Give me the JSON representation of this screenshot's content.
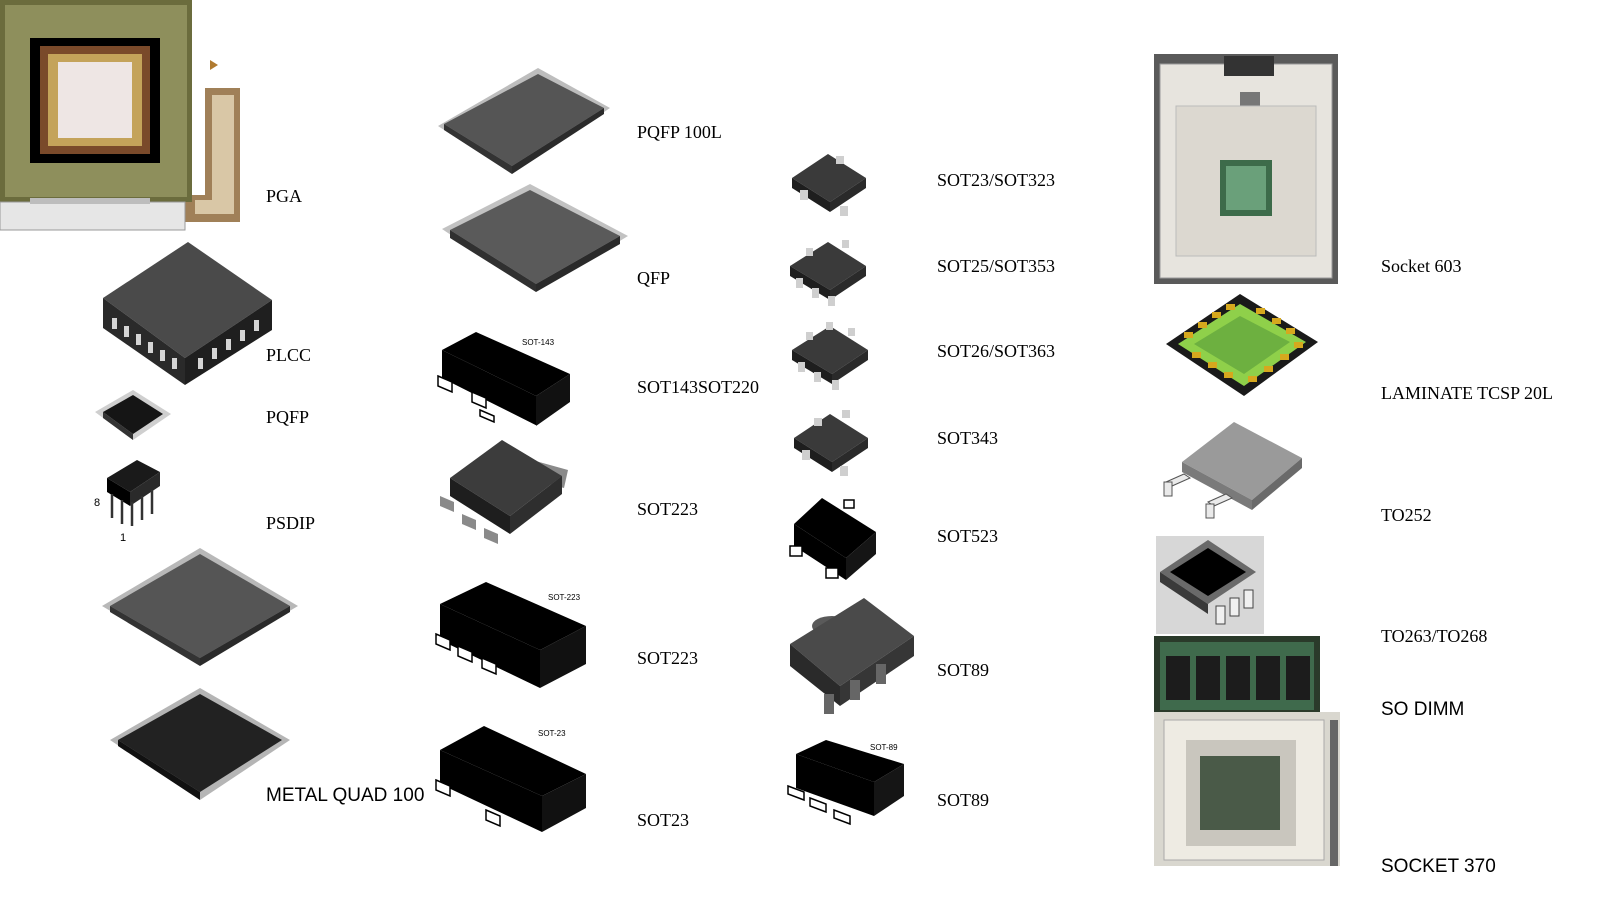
{
  "labels": {
    "pga": "PGA",
    "plcc": "PLCC",
    "pqfp_small": "PQFP",
    "psdip": "PSDIP",
    "metal_quad": "METAL QUAD 100",
    "pqfp100l": "PQFP 100L",
    "qfp": "QFP",
    "sot143": "SOT143SOT220",
    "sot223_a": "SOT223",
    "sot223_b": "SOT223",
    "sot23": "SOT23",
    "sot23_323": "SOT23/SOT323",
    "sot25_353": "SOT25/SOT353",
    "sot26_363": "SOT26/SOT363",
    "sot343": "SOT343",
    "sot523": "SOT523",
    "sot89_a": "SOT89",
    "sot89_b": "SOT89",
    "socket603": "Socket  603",
    "laminate": "LAMINATE TCSP 20L",
    "to252": "TO252",
    "to263": "TO263/TO268",
    "sodimm": "SO DIMM",
    "socket370": "SOCKET 370"
  },
  "marks": {
    "sot143": "SOT-143",
    "sot223": "SOT-223",
    "sot23": "SOT-23",
    "sot89": "SOT-89",
    "pin8": "8",
    "pin1": "1"
  },
  "colors": {
    "chip_body": "#3a3a3a",
    "lead": "#c9c9c9",
    "pga_board": "#6a6b3c",
    "laminate_green": "#8fd04a",
    "laminate_pad": "#d6a81e"
  }
}
